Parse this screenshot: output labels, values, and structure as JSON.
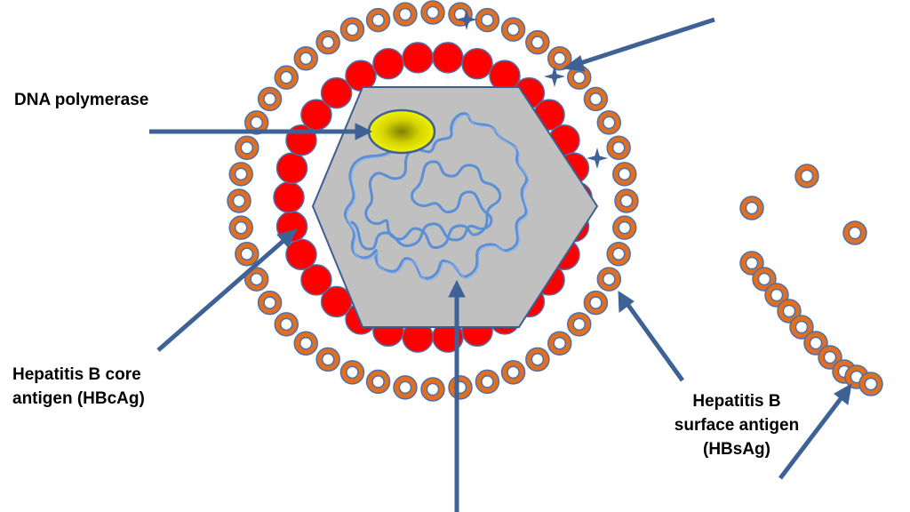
{
  "labels": {
    "dna_polymerase": "DNA polymerase",
    "core_antigen_line1": "Hepatitis B core",
    "core_antigen_line2": "antigen (HBcAg)",
    "surface_antigen_line1": "Hepatitis B",
    "surface_antigen_line2": "surface antigen",
    "surface_antigen_line3": "(HBsAg)"
  },
  "colors": {
    "surface_ring": "#e06f22",
    "surface_ring_stroke": "#4f6fa6",
    "core_bead": "#ff0000",
    "core_bead_stroke": "#4f6fa6",
    "capsid_fill": "#c0c0c0",
    "capsid_stroke": "#3b5f8f",
    "dna_strand": "#5b8fd6",
    "polymerase_fill": "#e8e800",
    "polymerase_center": "#8a8a00",
    "arrow": "#3e6296",
    "spike": "#3e6296"
  },
  "icons": {
    "surface_particle": "ring-icon",
    "core_particle": "circle-icon",
    "spike": "four-point-star-icon"
  }
}
